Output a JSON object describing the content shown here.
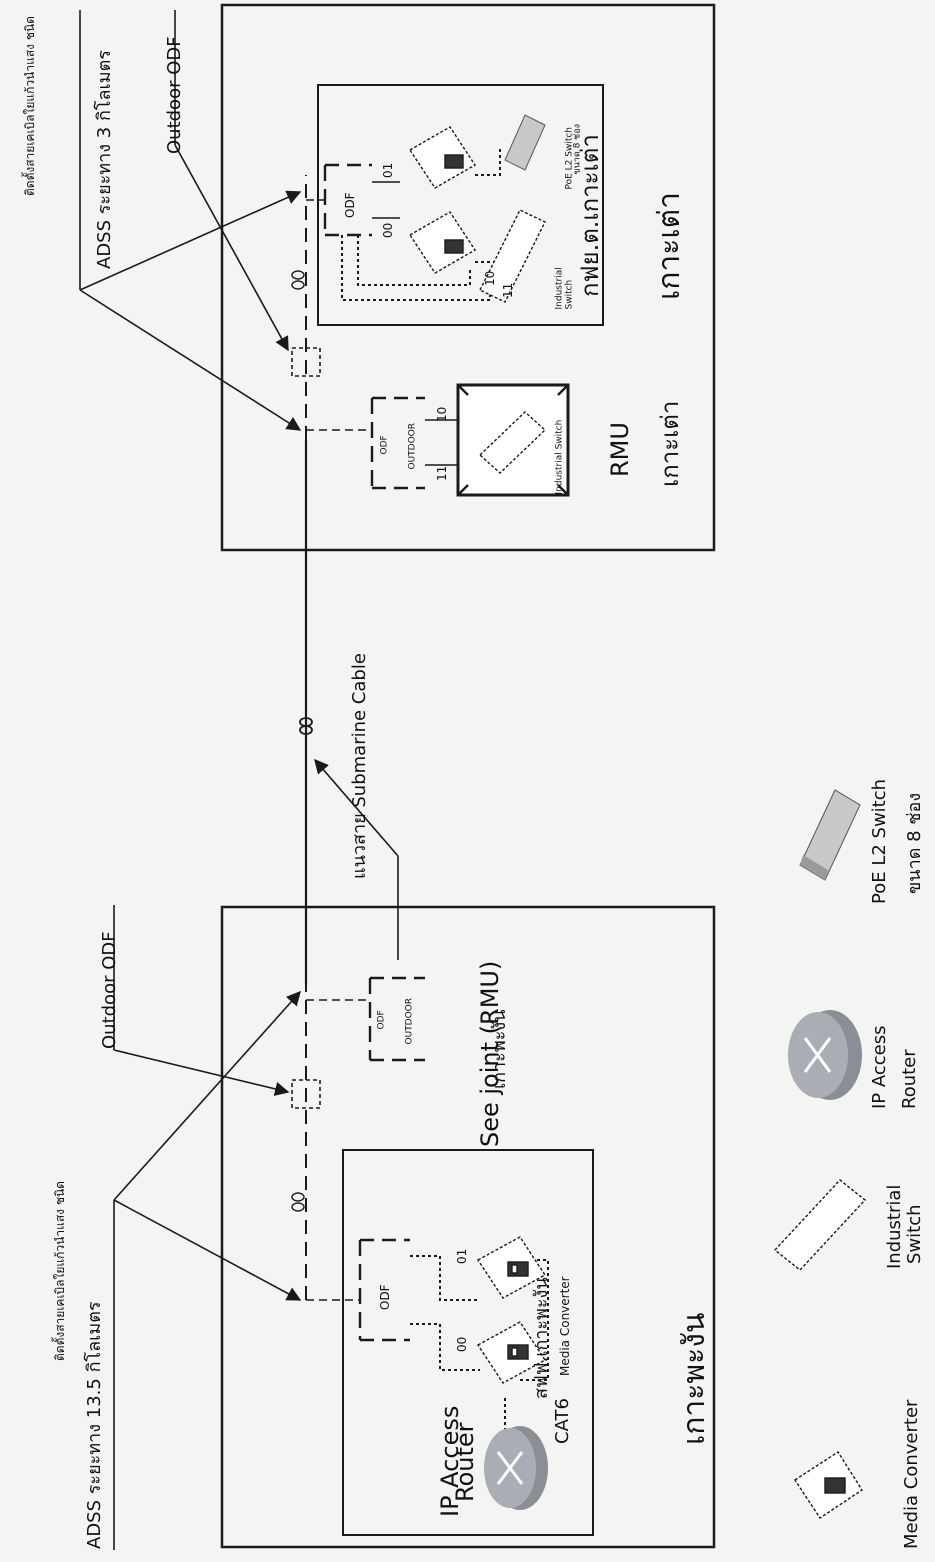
{
  "palette": {
    "ink": "#1a1a1a",
    "paper": "#f4f4f2",
    "router": "#8a8f96",
    "switch": "#c9c9c9"
  },
  "left_site": {
    "note_line1": "ติดตั้งสายเคเบิลใยแก้วนำแสง ชนิด",
    "note_line2": "ADSS ระยะทาง 13.5 กิโลเมตร",
    "outdoor_odf": "Outdoor ODF",
    "station": "สฟฟ.เกาะพะงัน",
    "island": "เกาะพะงัน",
    "router_line1": "IP Access",
    "router_line2": "Router",
    "cat6": "CAT6",
    "media_converter": "Media Converter",
    "odf": "ODF",
    "port_00": "00",
    "port_01": "01",
    "seajoint": "See joint (RMU)",
    "seajoint_island": "เกาะพะงัน",
    "odf_outdoor_line1": "ODF",
    "odf_outdoor_line2": "OUTDOOR"
  },
  "cable": {
    "submarine": "แนวสาย Submarine Cable"
  },
  "right_site": {
    "note_line1": "ติดตั้งสายเคเบิลใยแก้วนำแสง ชนิด",
    "note_line2": "ADSS ระยะทาง 3 กิโลเมตร",
    "outdoor_odf": "Outdoor ODF",
    "rmu": "RMU",
    "rmu_island": "เกาะเต่า",
    "odf_outdoor_line1": "ODF",
    "odf_outdoor_line2": "OUTDOOR",
    "port_10": "10",
    "port_11": "11",
    "industrial_switch": "Industrial Switch",
    "station": "กฟย.ต.เกาะเต่า",
    "island": "เกาะเต่า",
    "odf": "ODF",
    "port_00": "00",
    "port_01": "01",
    "sw_port_10": "10",
    "sw_port_11": "11",
    "ind_switch_line1": "Industrial",
    "ind_switch_line2": "Switch",
    "poe_switch": "PoE L2 Switch",
    "poe_size": "ขนาด 8 ช่อง"
  },
  "legend": {
    "media_converter": "Media Converter",
    "industrial_line1": "Industrial",
    "industrial_line2": "Switch",
    "router_line1": "IP Access",
    "router_line2": "Router",
    "poe_line1": "PoE L2 Switch",
    "poe_line2": "ขนาด 8 ช่อง"
  }
}
